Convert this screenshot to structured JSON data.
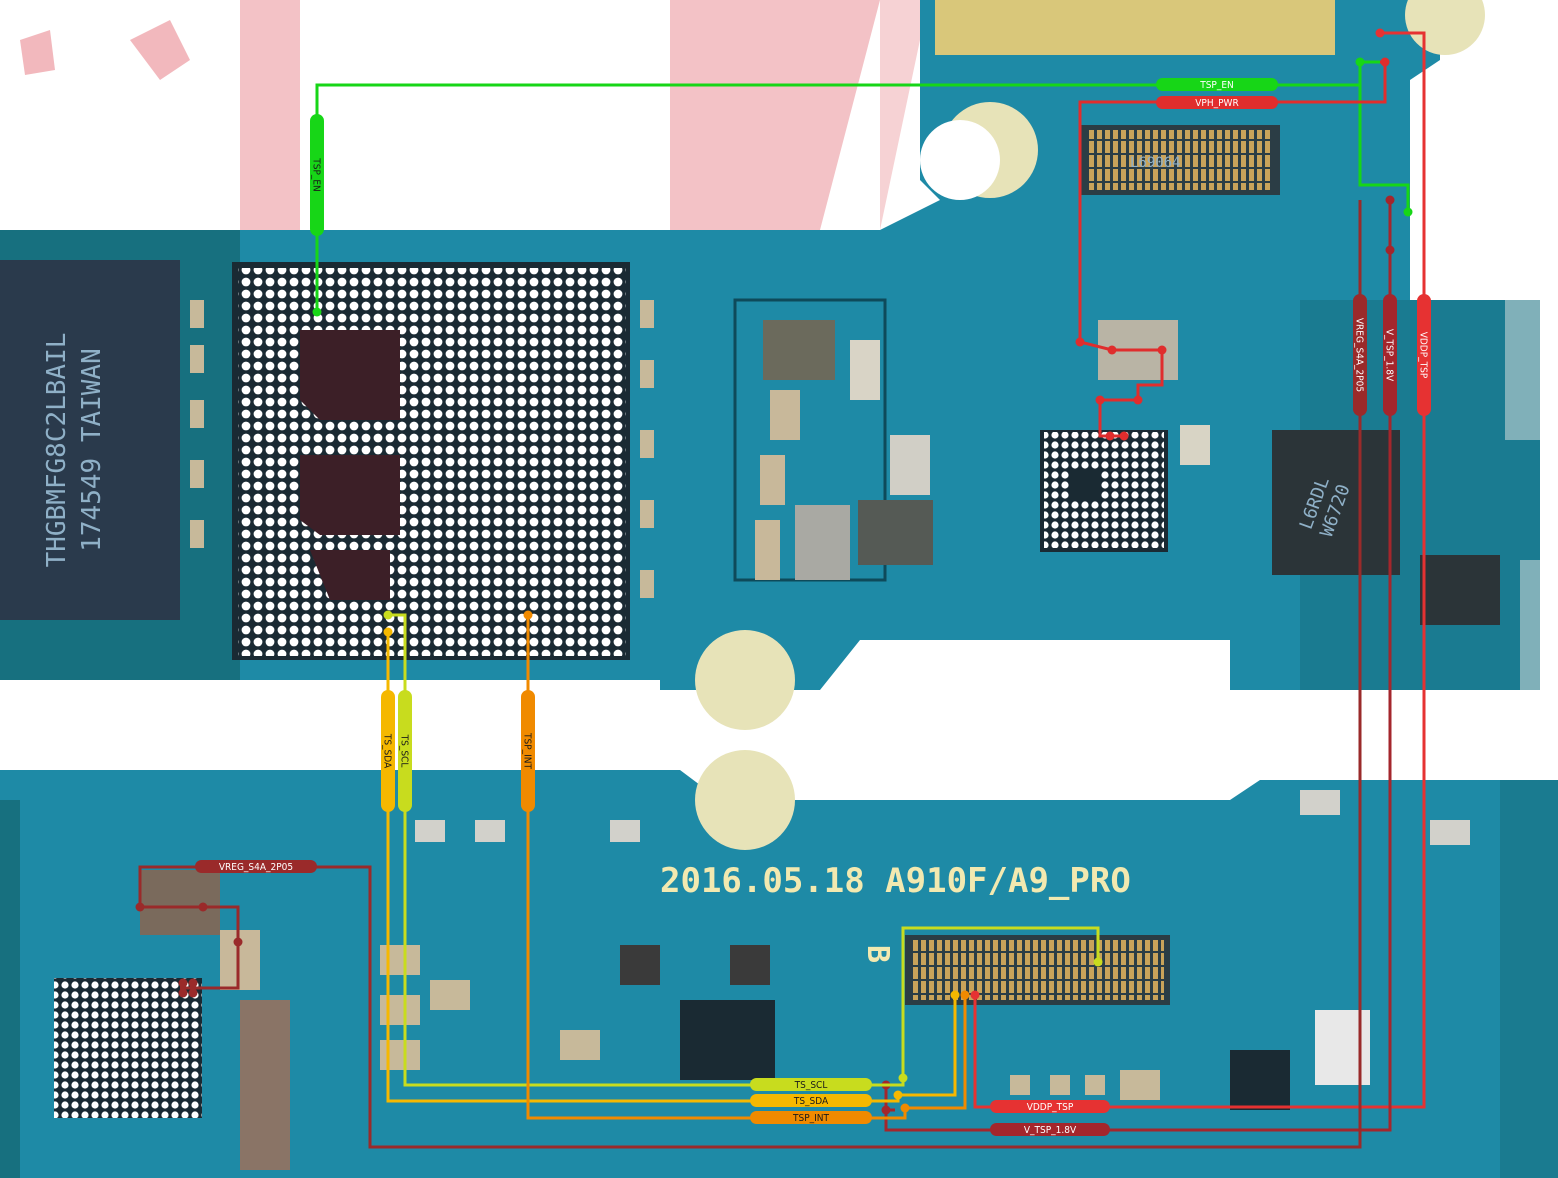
{
  "board": {
    "silkscreen": "2016.05.18 A910F/A9_PRO",
    "side_mark": "B",
    "flash_chip_text": [
      "THGBMFG8C2LBAIL",
      "174549 TAIWAN"
    ],
    "connector_text": "L69064",
    "pmic_text": [
      "L6RDL",
      "W6720"
    ]
  },
  "nets": {
    "tsp_en": "TSP_EN",
    "vph_pwr": "VPH_PWR",
    "vreg_s4a": "VREG_S4A_2P05",
    "v_tsp_18": "V_TSP_1.8V",
    "vddp_tsp": "VDDP_TSP",
    "ts_sda": "TS_SDA",
    "ts_scl": "TS_SCL",
    "tsp_int": "TSP_INT"
  },
  "colors": {
    "tsp_en": "#17d617",
    "vph_pwr": "#e02d2d",
    "vreg_s4a": "#9a2a2a",
    "v_tsp_18": "#a4262c",
    "vddp_tsp": "#e63232",
    "ts_sda": "#f5b800",
    "ts_scl": "#c8dc1e",
    "tsp_int": "#f08a00",
    "pcb": "#1e8aa6",
    "pcb_dark": "#17707f"
  }
}
